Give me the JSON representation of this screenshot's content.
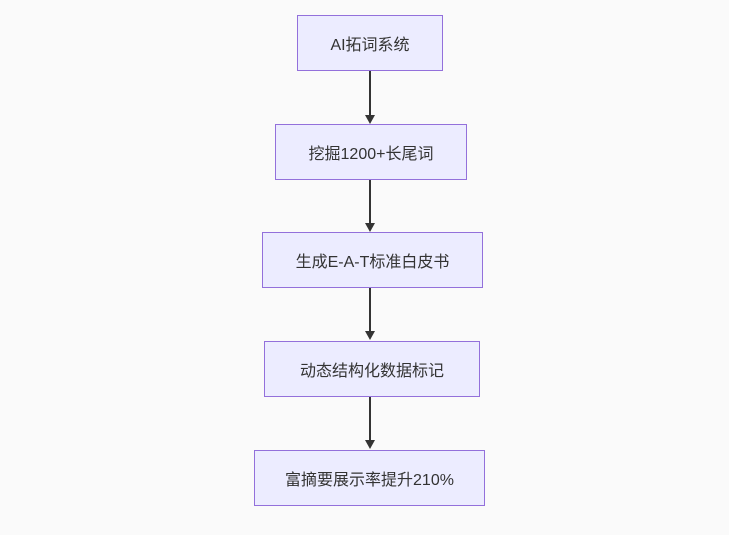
{
  "diagram": {
    "type": "flowchart",
    "direction": "top-down",
    "nodes": [
      {
        "label": "AI拓词系统"
      },
      {
        "label": "挖掘1200+长尾词"
      },
      {
        "label": "生成E-A-T标准白皮书"
      },
      {
        "label": "动态结构化数据标记"
      },
      {
        "label": "富摘要展示率提升210%"
      }
    ],
    "edges": [
      {
        "from": "AI拓词系统",
        "to": "挖掘1200+长尾词"
      },
      {
        "from": "挖掘1200+长尾词",
        "to": "生成E-A-T标准白皮书"
      },
      {
        "from": "生成E-A-T标准白皮书",
        "to": "动态结构化数据标记"
      },
      {
        "from": "动态结构化数据标记",
        "to": "富摘要展示率提升210%"
      }
    ],
    "colors": {
      "node_fill": "#ECECFF",
      "node_border": "#9370DB",
      "arrow": "#333333",
      "text": "#333333",
      "background": "#fafafa"
    }
  }
}
